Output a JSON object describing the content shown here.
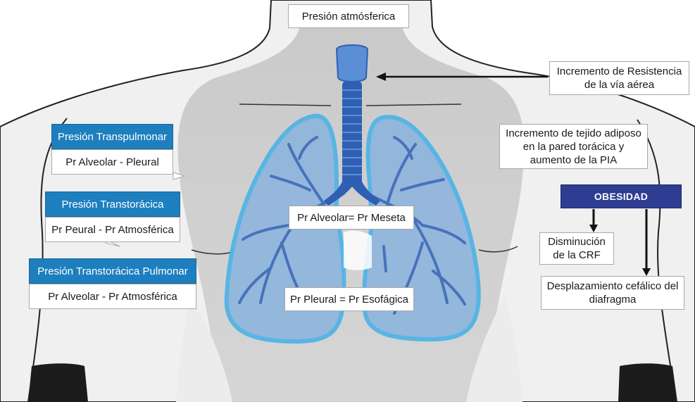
{
  "labels": {
    "atmospheric": "Presión atmósferica",
    "airway_resistance": "Incremento de Resistencia de la vía aérea",
    "adipose_tissue": "Incremento de tejido adiposo en la pared torácica y aumento de la PIA",
    "obesity": "OBESIDAD",
    "crf_decrease": "Disminución de la CRF",
    "diaphragm_shift": "Desplazamiento cefálico del diafragma",
    "alveolar_plateau": "Pr Alveolar= Pr Meseta",
    "pleural_esophageal": "Pr Pleural = Pr Esofágica"
  },
  "pressures": [
    {
      "title": "Presión Transpulmonar",
      "formula": "Pr Alveolar - Pleural"
    },
    {
      "title": "Presión Transtorácica",
      "formula": "Pr Peural - Pr Atmosférica"
    },
    {
      "title": "Presión Transtorácica Pulmonar",
      "formula": "Pr Alveolar - Pr Atmosférica"
    }
  ],
  "colors": {
    "header_blue": "#1e7fbf",
    "obesity_navy": "#2e3d91",
    "lung_fill": "#8fb5dd",
    "lung_outline": "#4db3e6",
    "airway_blue": "#2f5fb3",
    "torso_gray": "#d9d9d9"
  }
}
